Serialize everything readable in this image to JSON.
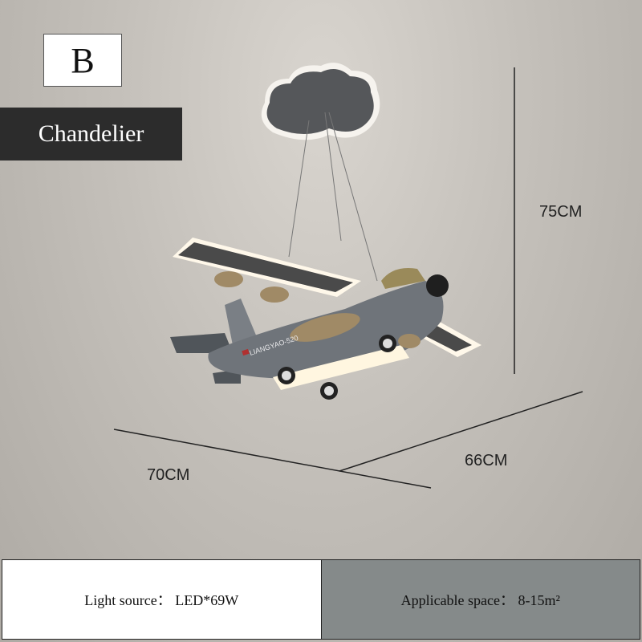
{
  "badge": {
    "variant": "B",
    "type": "Chandelier"
  },
  "dimensions": {
    "height": "75CM",
    "width": "70CM",
    "depth": "66CM"
  },
  "specs": {
    "light_source": "Light source： LED*69W",
    "applicable_space": "Applicable space： 8-15m²"
  },
  "product_lettering": "LIANGYAO-520",
  "colors": {
    "plane_body": "#6f747a",
    "wood": "#a08a66",
    "panel_dark": "#2c2c2c",
    "spec_gray": "#858a8a"
  }
}
